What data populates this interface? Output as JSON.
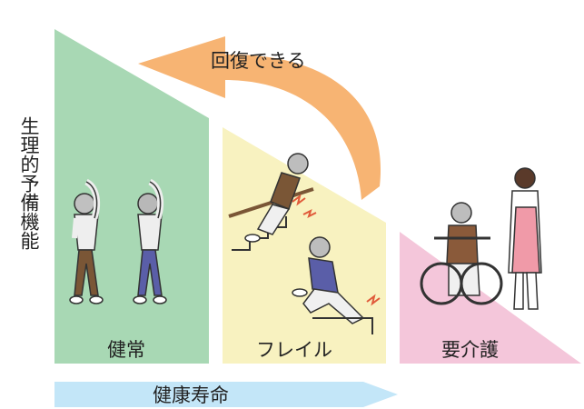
{
  "vertical_axis_label": "生理的予備機能",
  "horizontal_axis_label": "健康寿命",
  "recovery_arrow_label": "回復できる",
  "stages": [
    {
      "label": "健常",
      "color": "#a8d8b4"
    },
    {
      "label": "フレイル",
      "color": "#f8f2c0"
    },
    {
      "label": "要介護",
      "color": "#f4c6da"
    }
  ],
  "colors": {
    "recovery_arrow": "#f7b473",
    "axis_arrow": "#c3e6f8"
  }
}
